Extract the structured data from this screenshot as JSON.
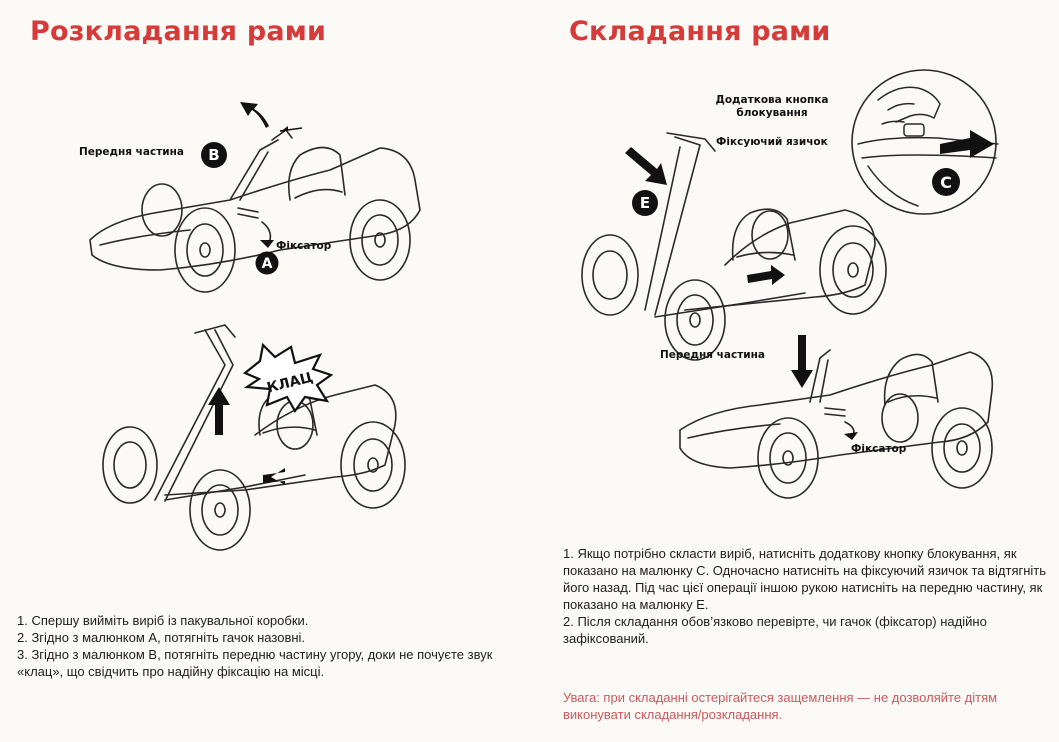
{
  "left": {
    "title": "Розкладання рами",
    "labels": {
      "front_part": "Передня частина",
      "latch": "Фіксатор",
      "marker_a": "A",
      "marker_b": "B",
      "click": "КЛАЦ"
    },
    "steps": [
      "1. Спершу вийміть виріб із пакувальної коробки.",
      "2. Згідно з малюнком А, потягніть гачок назовні.",
      "3. Згідно з малюнком В, потягніть передню частину угору, доки не почуєте звук «клац», що свідчить про надійну фіксацію на місці."
    ]
  },
  "right": {
    "title": "Складання рами",
    "labels": {
      "extra_button": "Додаткова кнопка блокування",
      "tongue": "Фіксуючий язичок",
      "front_part": "Передня частина",
      "latch": "Фіксатор",
      "marker_c": "C",
      "marker_e": "E"
    },
    "steps": [
      "1. Якщо потрібно скласти виріб, натисніть додаткову кнопку блокування, як показано на малюнку С. Одночасно натисніть на фіксуючий язичок та відтягніть його назад. Під час цієї операції іншою рукою натисніть на передню частину, як показано на малюнку Е.",
      "2. Після складання обов’язково перевірте, чи  гачок (фіксатор) надійно зафіксований."
    ],
    "warning": "Увага: при складанні остерігайтеся защемлення — не дозволяйте дітям виконувати складання/розкладання."
  },
  "colors": {
    "title": "#d63b3a",
    "warning": "#c95a5e",
    "line": "#2a2a2a"
  }
}
